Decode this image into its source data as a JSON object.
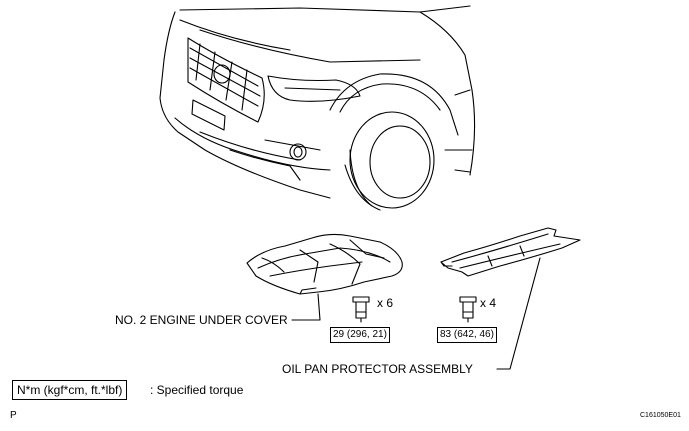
{
  "labels": {
    "under_cover": "NO. 2 ENGINE UNDER COVER",
    "oil_pan": "OIL PAN PROTECTOR ASSEMBLY",
    "qty_left": "x 6",
    "qty_right": "x 4"
  },
  "torque": {
    "left": "29 (296, 21)",
    "right": "83 (642, 46)"
  },
  "legend": {
    "box": "N*m (kgf*cm, ft.*lbf)",
    "text": ": Specified torque"
  },
  "footer": {
    "left": "P",
    "right": "C161050E01"
  }
}
